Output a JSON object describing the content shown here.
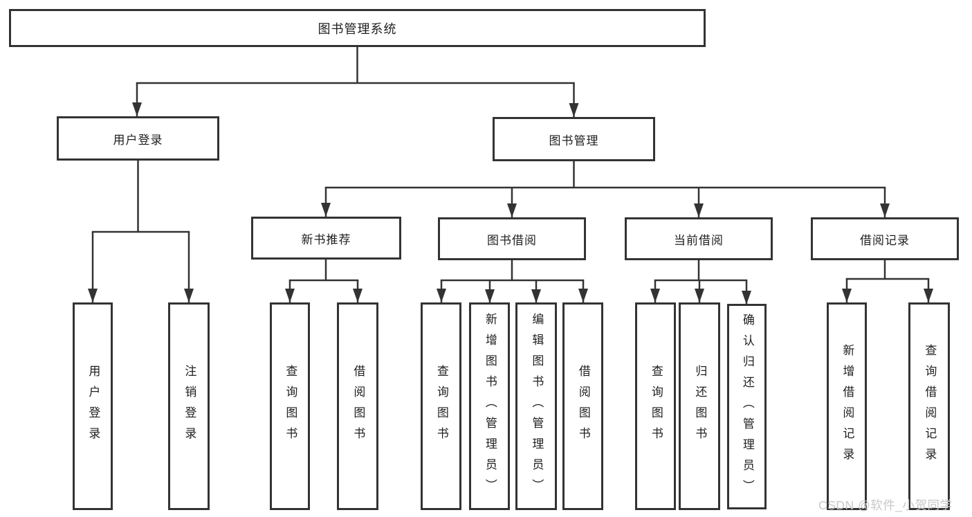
{
  "diagram": {
    "root": {
      "label": "图书管理系统"
    },
    "branches": [
      {
        "label": "用户登录",
        "leaves": [
          {
            "label": "用户登录"
          },
          {
            "label": "注销登录"
          }
        ]
      },
      {
        "label": "图书管理",
        "sections": [
          {
            "label": "新书推荐",
            "leaves": [
              {
                "label": "查询图书"
              },
              {
                "label": "借阅图书"
              }
            ]
          },
          {
            "label": "图书借阅",
            "leaves": [
              {
                "label": "查询图书"
              },
              {
                "label": "新增图书（管理员）"
              },
              {
                "label": "编辑图书（管理员）"
              },
              {
                "label": "借阅图书"
              }
            ]
          },
          {
            "label": "当前借阅",
            "leaves": [
              {
                "label": "查询图书"
              },
              {
                "label": "归还图书"
              },
              {
                "label": "确认归还（管理员）"
              }
            ]
          },
          {
            "label": "借阅记录",
            "leaves": [
              {
                "label": "新增借阅记录"
              },
              {
                "label": "查询借阅记录"
              }
            ]
          }
        ]
      }
    ]
  },
  "watermark": {
    "label": "CSDN @软件_小贺同学"
  },
  "colors": {
    "line": "#333333",
    "text": "#1f1f1f",
    "watermark": "#c8c8c8",
    "background": "#ffffff"
  }
}
